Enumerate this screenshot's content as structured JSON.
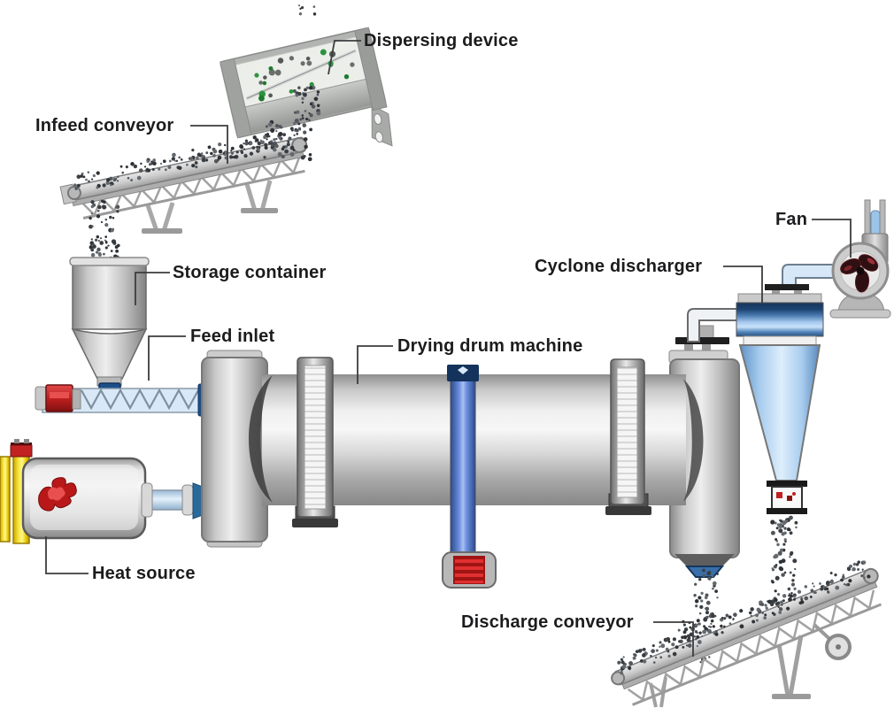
{
  "diagram": {
    "type": "rotary-drum-dryer-process-diagram",
    "labels": {
      "dispersing_device": "Dispersing device",
      "infeed_conveyor": "Infeed conveyor",
      "storage_container": "Storage container",
      "feed_inlet": "Feed inlet",
      "drying_drum": "Drying drum machine",
      "heat_source": "Heat source",
      "cyclone_discharger": "Cyclone discharger",
      "fan": "Fan",
      "discharge_conveyor": "Discharge conveyor"
    },
    "colors": {
      "label_text": "#1c1c1e",
      "leader_line": "#3c3c3e",
      "machine_blue": "#6c8fdc",
      "cyclone_blue": "#a8ccee",
      "motor_red": "#c02020",
      "burner_yellow": "#f5e23a",
      "metal_gray": "#c8c8c8"
    }
  }
}
